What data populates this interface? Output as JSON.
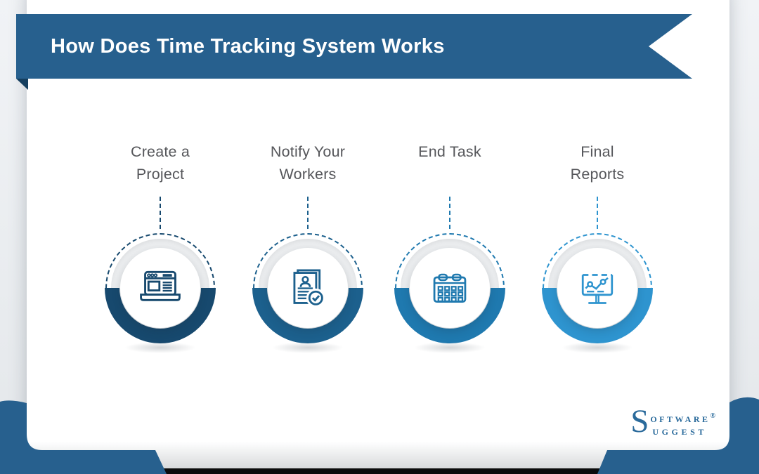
{
  "banner": {
    "title": "How Does Time Tracking System Works"
  },
  "steps": [
    {
      "label_line1": "Create a",
      "label_line2": "Project",
      "icon": "laptop-browser-icon",
      "color": "#17496e",
      "css": "--c:#17496e"
    },
    {
      "label_line1": "Notify Your",
      "label_line2": "Workers",
      "icon": "worker-document-check-icon",
      "color": "#1c608d",
      "css": "--c:#1c608d"
    },
    {
      "label_line1": "End Task",
      "label_line2": "",
      "icon": "calendar-icon",
      "color": "#1f79af",
      "css": "--c:#1f79af"
    },
    {
      "label_line1": "Final",
      "label_line2": "Reports",
      "icon": "presentation-line-chart-icon",
      "color": "#2e94cf",
      "css": "--c:#2e94cf"
    }
  ],
  "logo": {
    "initial": "S",
    "line1": "oftware",
    "registered": "®",
    "line2": "uggest"
  },
  "colors": {
    "ribbon": "#27608e",
    "ribbon_fold": "#153f5f",
    "label_text": "#56575b",
    "ring_gray": "#ebedef",
    "card": "#ffffff",
    "background": "#edf0f3",
    "logo_blue": "#2a6a9b",
    "bottom_bar_dark": "#0b0b0c"
  }
}
